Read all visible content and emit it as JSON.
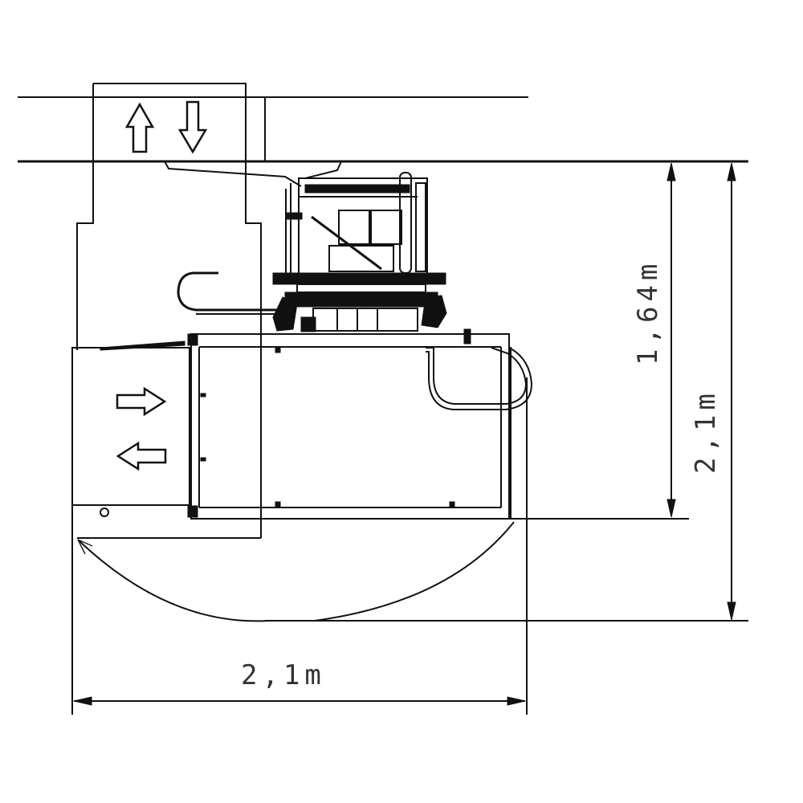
{
  "diagram": {
    "type": "technical-drawing",
    "subject": "vertical platform lift / elevator cabin plan with swinging door clearance",
    "colors": {
      "line": "#111111",
      "text": "#333333",
      "background": "#ffffff"
    },
    "dimensions": {
      "cabin_depth_label": "1,64m",
      "overall_depth_label": "2,1m",
      "overall_width_label": "2,1m"
    },
    "symbols": {
      "vertical_motion": [
        "arrow-up-icon",
        "arrow-down-icon"
      ],
      "horizontal_motion": [
        "arrow-right-icon",
        "arrow-left-icon"
      ]
    },
    "elements": [
      "shaft-top-band",
      "shaft-column",
      "lift-platform",
      "wheelchair-user",
      "handrail",
      "door-swing-arc",
      "dimension-lines"
    ]
  }
}
